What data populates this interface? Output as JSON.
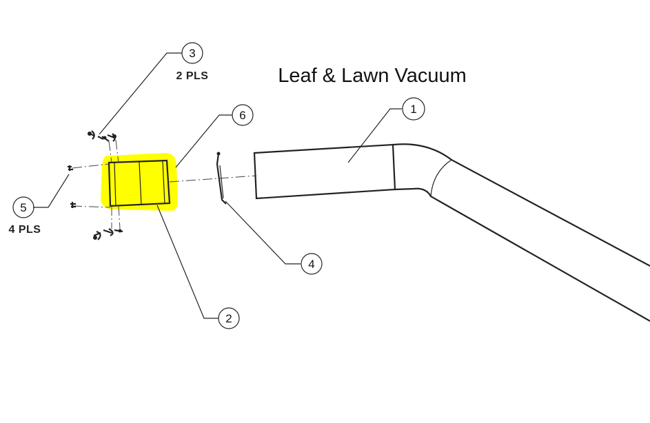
{
  "title": "Leaf & Lawn Vacuum",
  "callouts": [
    {
      "number": "1"
    },
    {
      "number": "2"
    },
    {
      "number": "3",
      "note": "2 PLS"
    },
    {
      "number": "4"
    },
    {
      "number": "5",
      "note": "4 PLS"
    },
    {
      "number": "6"
    }
  ],
  "colors": {
    "highlight": "#ffff00",
    "line": "#222222",
    "background": "#ffffff"
  }
}
